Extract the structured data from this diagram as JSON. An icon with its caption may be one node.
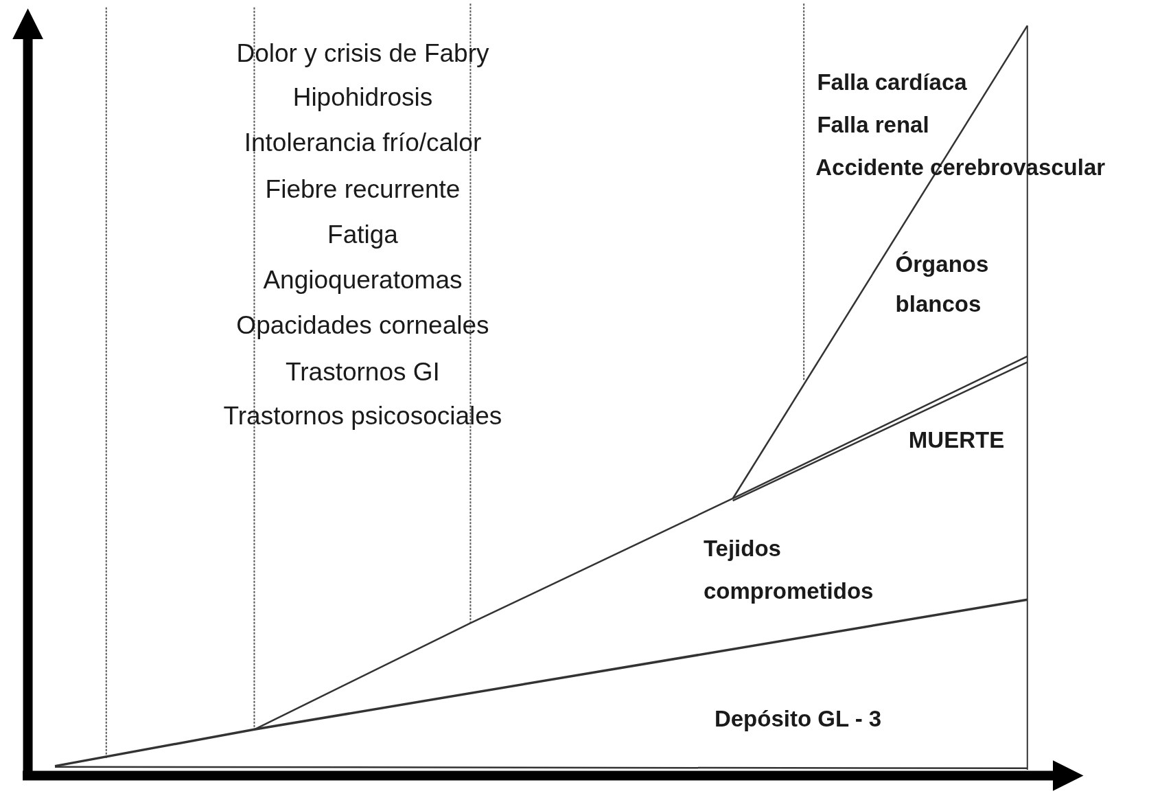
{
  "diagram": {
    "labels": [
      "Dolor y crisis de Fabry",
      "Hipohidrosis",
      "Intolerancia frío/calor",
      "Fiebre recurrente",
      "Fatiga",
      "Angioqueratomas",
      "Opacidades corneales",
      "Trastornos GI",
      "Trastornos psicosociales",
      "Falla cardíaca",
      "Falla renal",
      "Accidente cerebrovascular",
      "Órganos blancos",
      "MUERTE",
      "Tejidos comprometidos",
      "Depósito GL - 3"
    ]
  }
}
